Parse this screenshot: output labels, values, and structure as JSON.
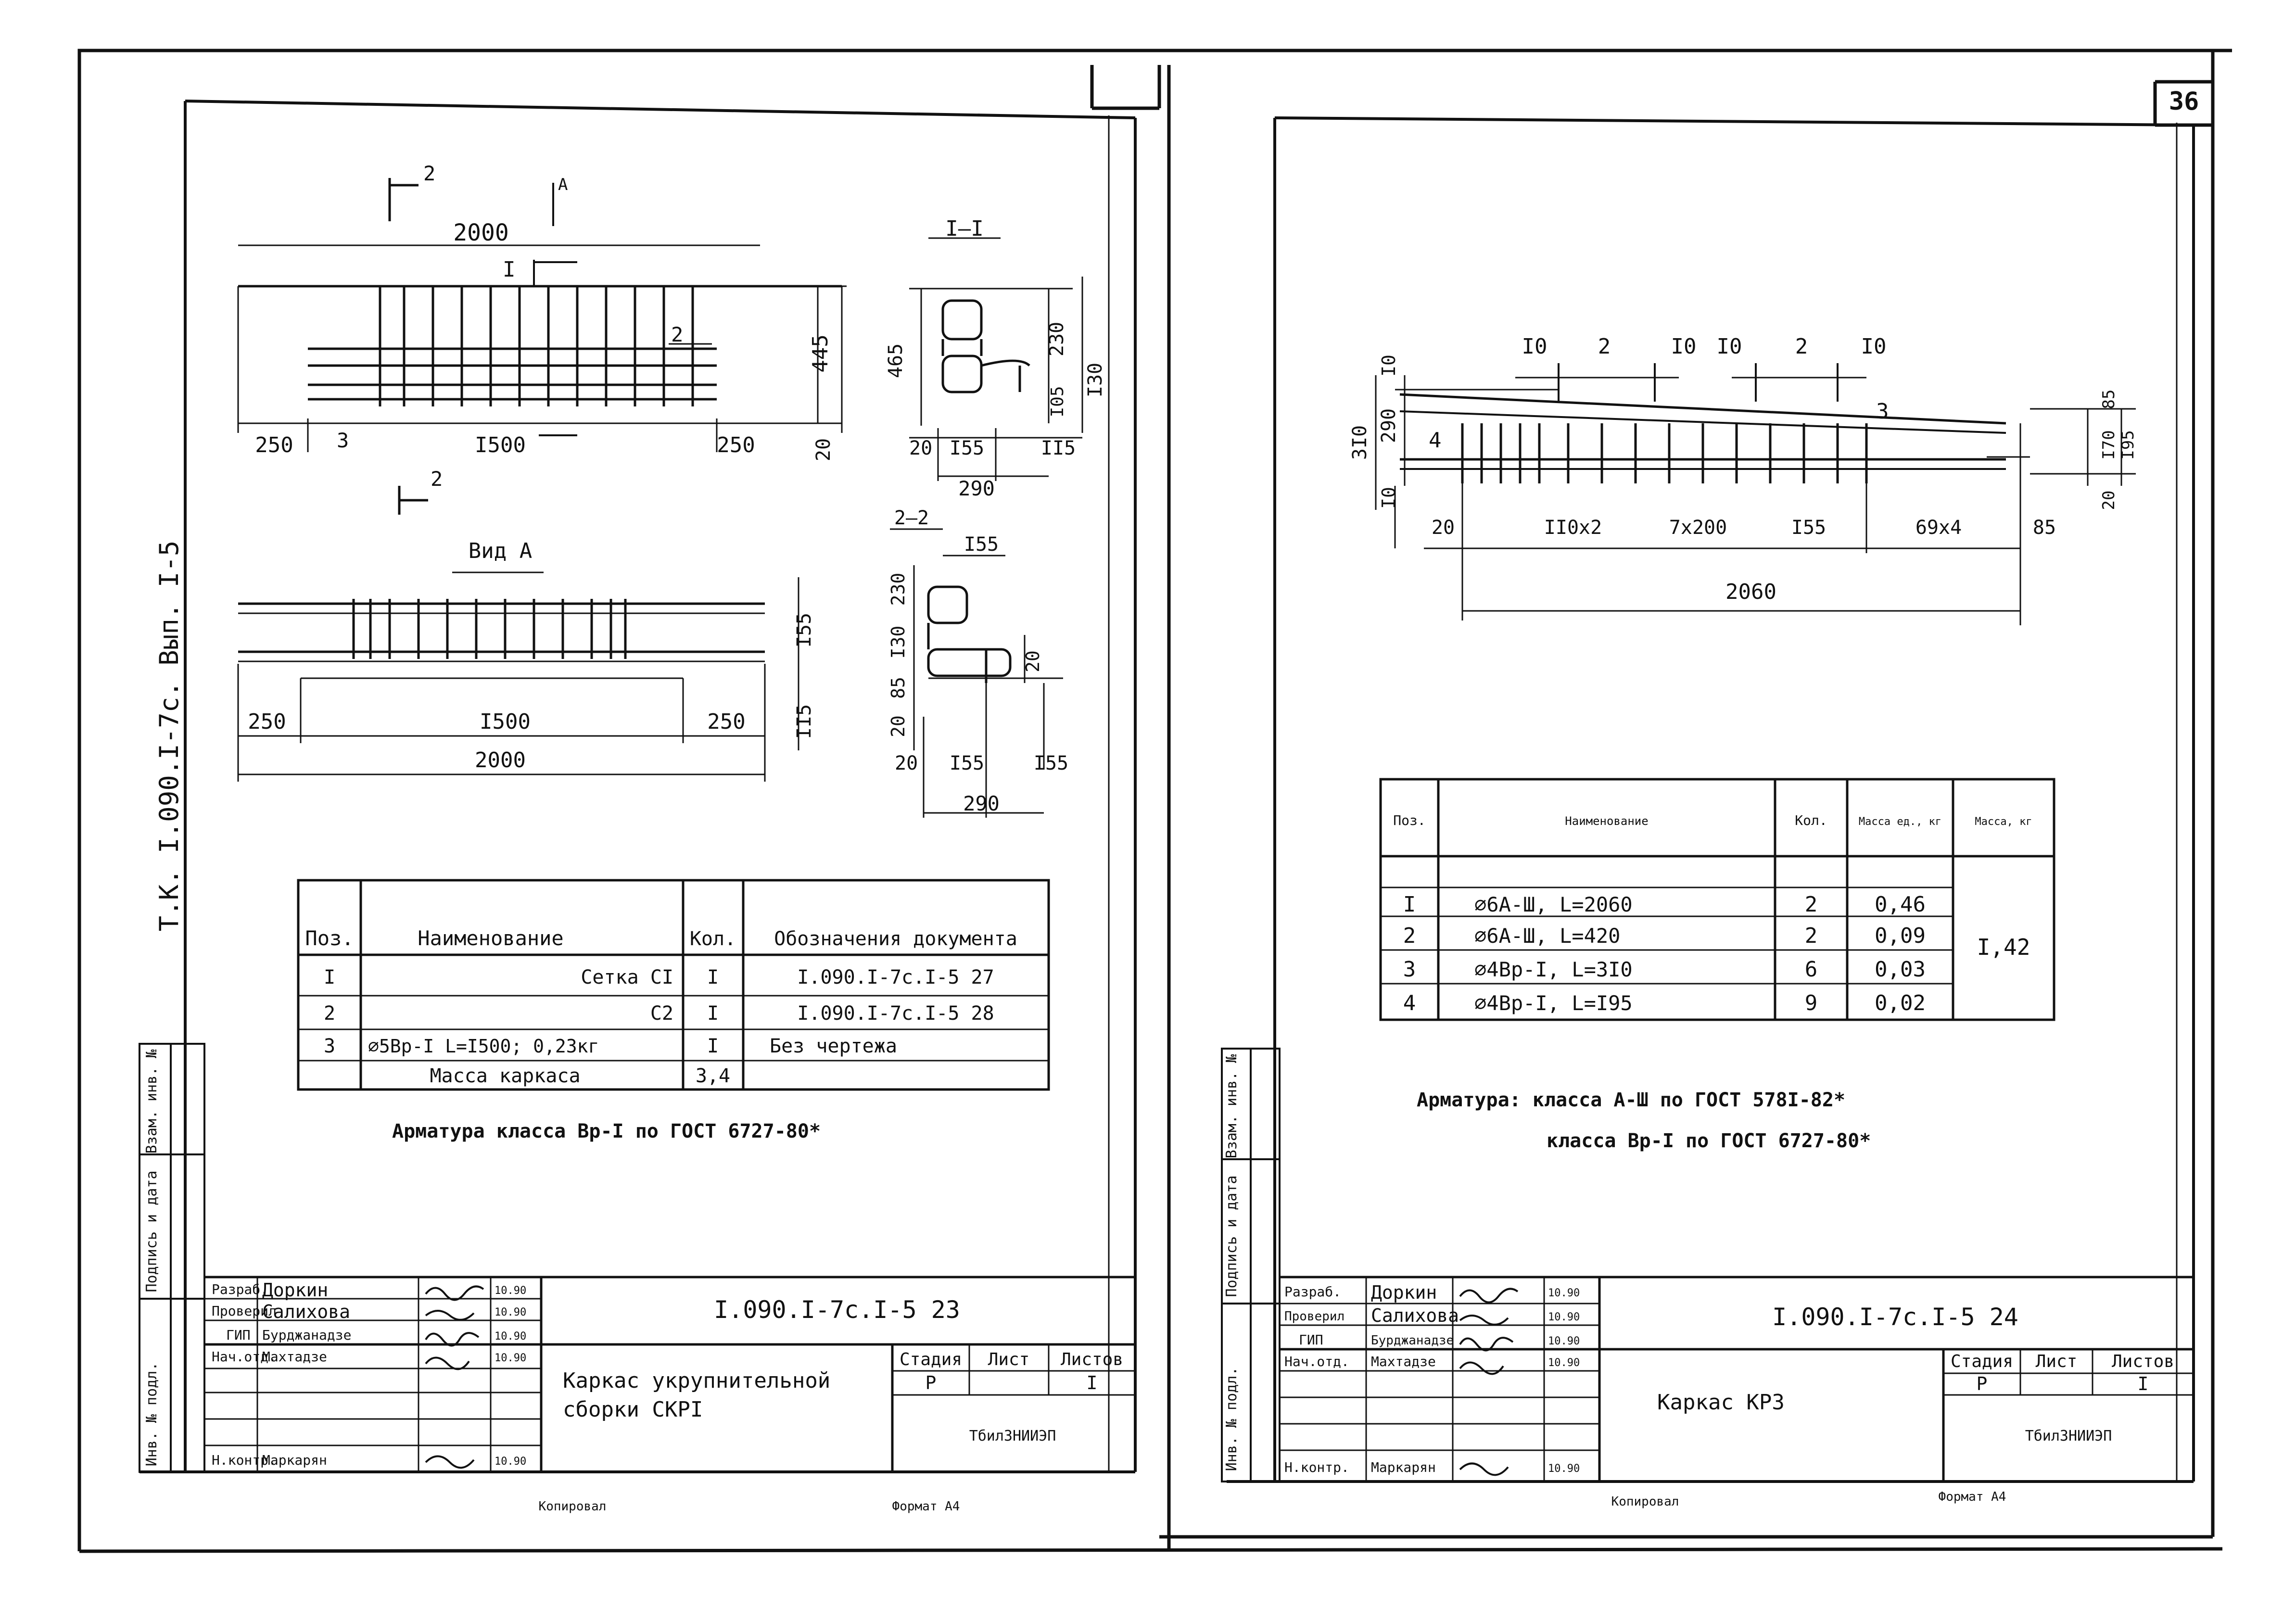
{
  "page_number": "36",
  "left_sheet": {
    "side_stamp": "Т.К. I.090.I-7с. Вып. I-5",
    "drawing": {
      "sec1_mark": "2",
      "view_mark": "А",
      "len_total": "2000",
      "sec2_mark": "I",
      "mark_2": "2",
      "mark_3": "3",
      "height": "445",
      "d250a": "250",
      "d1500": "I500",
      "d250b": "250",
      "d20": "20",
      "sec_bottom": "2",
      "view_title": "Вид А",
      "va_250a": "250",
      "va_1500": "I500",
      "va_250b": "250",
      "va_2000": "2000",
      "va_155": "I55",
      "va_115": "II5",
      "sec11_title": "I–I",
      "s11_465": "465",
      "s11_230": "230",
      "s11_105": "I05",
      "s11_130": "I30",
      "s11_20": "20",
      "s11_155": "I55",
      "s11_115": "II5",
      "s11_290": "290",
      "sec22_title": "2–2",
      "s22_155top": "I55",
      "s22_230": "230",
      "s22_130": "I30",
      "s22_85": "85",
      "s22_20a": "20",
      "s22_20b": "20",
      "s22_20c": "20",
      "s22_155a": "I55",
      "s22_155b": "I55",
      "s22_290": "290"
    },
    "spec_table": {
      "headers": [
        "Поз.",
        "Наименование",
        "Кол.",
        "Обозначения документа"
      ],
      "rows": [
        [
          "I",
          "Сетка    CI",
          "I",
          "I.090.I-7с.I-5 27"
        ],
        [
          "2",
          "C2",
          "I",
          "I.090.I-7с.I-5 28"
        ],
        [
          "3",
          "⌀5Вр-I L=I500; 0,23кг",
          "I",
          "Без чертежа"
        ],
        [
          "",
          "Масса каркаса",
          "3,4",
          ""
        ]
      ]
    },
    "note": "Арматура класса Вр-I по ГОСТ 6727-80*",
    "title_block": {
      "rows": [
        {
          "role": "Разраб.",
          "name": "Доркин",
          "date": "10.90"
        },
        {
          "role": "Проверил",
          "name": "Салихова",
          "date": "10.90"
        },
        {
          "role": "ГИП",
          "name": "Бурджанадзе",
          "date": "10.90"
        },
        {
          "role": "Нач.отд.",
          "name": "Махтадзе",
          "date": "10.90"
        },
        {
          "role": "",
          "name": "",
          "date": ""
        },
        {
          "role": "",
          "name": "",
          "date": ""
        },
        {
          "role": "Н.контр.",
          "name": "Маркарян",
          "date": "10.90"
        }
      ],
      "code": "I.090.I-7с.I-5 23",
      "title_line1": "Каркас укрупнительной",
      "title_line2": "сборки СКРI",
      "stage_h": "Стадия",
      "sheet_h": "Лист",
      "sheets_h": "Листов",
      "stage": "Р",
      "sheet": "",
      "sheets": "I",
      "org": "ТбилЗНИИЭП"
    },
    "side_labels": [
      "Инв. № подл.",
      "Подпись и дата",
      "Взам. инв. №"
    ],
    "footer_copy": "Копировал",
    "footer_format": "Формат А4"
  },
  "right_sheet": {
    "drawing": {
      "t10a": "I0",
      "t2a": "2",
      "t10b": "I0",
      "t10c": "I0",
      "t2b": "2",
      "t10d": "I0",
      "mark_3": "3",
      "mark_4": "4",
      "l310": "3I0",
      "l290": "290",
      "l10a": "I0",
      "l10b": "I0",
      "b20": "20",
      "b110": "II0х2",
      "b7x200": "7х200",
      "b155": "I55",
      "b69x4": "69х4",
      "b85": "85",
      "total": "2060",
      "r85": "85",
      "r170": "I70",
      "r195": "I95",
      "r20": "20"
    },
    "spec_table": {
      "headers": [
        "Поз.",
        "Наименование",
        "Кол.",
        "Масса ед., кг",
        "Масса, кг"
      ],
      "rows": [
        [
          "I",
          "⌀6А-Ш, L=2060",
          "2",
          "0,46"
        ],
        [
          "2",
          "⌀6А-Ш, L=420",
          "2",
          "0,09"
        ],
        [
          "3",
          "⌀4Вр-I, L=3I0",
          "6",
          "0,03"
        ],
        [
          "4",
          "⌀4Вр-I, L=I95",
          "9",
          "0,02"
        ]
      ],
      "total_mass": "I,42"
    },
    "note_line1": "Арматура: класса А-Ш по ГОСТ 578I-82*",
    "note_line2": "класса Вр-I по ГОСТ 6727-80*",
    "title_block": {
      "rows": [
        {
          "role": "Разраб.",
          "name": "Доркин",
          "date": "10.90"
        },
        {
          "role": "Проверил",
          "name": "Салихова",
          "date": "10.90"
        },
        {
          "role": "ГИП",
          "name": "Бурджанадзе",
          "date": "10.90"
        },
        {
          "role": "Нач.отд.",
          "name": "Махтадзе",
          "date": "10.90"
        },
        {
          "role": "",
          "name": "",
          "date": ""
        },
        {
          "role": "",
          "name": "",
          "date": ""
        },
        {
          "role": "Н.контр.",
          "name": "Маркарян",
          "date": "10.90"
        }
      ],
      "code": "I.090.I-7с.I-5 24",
      "title": "Каркас КР3",
      "stage_h": "Стадия",
      "sheet_h": "Лист",
      "sheets_h": "Листов",
      "stage": "Р",
      "sheet": "",
      "sheets": "I",
      "org": "ТбилЗНИИЭП"
    },
    "side_labels": [
      "Инв. № подл.",
      "Подпись и дата",
      "Взам. инв. №"
    ],
    "footer_copy": "Копировал",
    "footer_format": "Формат А4"
  }
}
